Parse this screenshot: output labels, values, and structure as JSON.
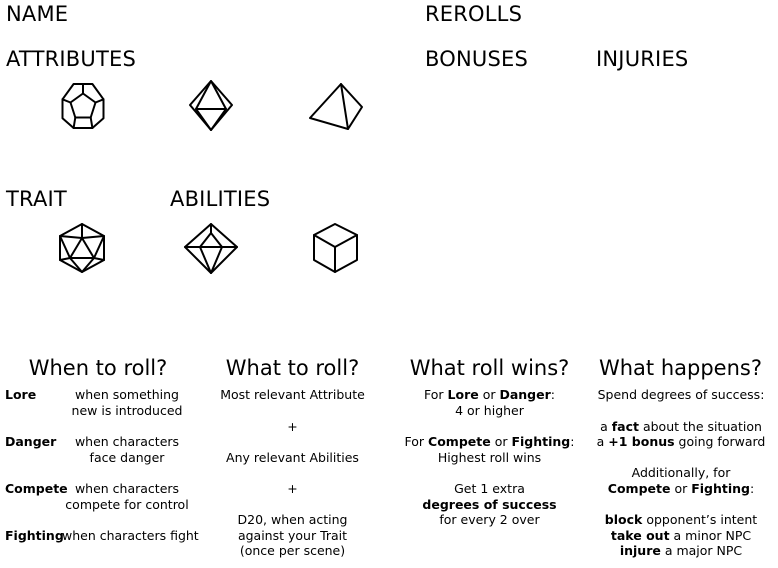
{
  "headers": {
    "name": "NAME",
    "rerolls": "REROLLS",
    "attributes": "ATTRIBUTES",
    "bonuses": "BONUSES",
    "injuries": "INJURIES",
    "trait": "TRAIT",
    "abilities": "ABILITIES"
  },
  "dice": {
    "attributes": [
      "dodecahedron-icon",
      "octahedron-icon",
      "tetrahedron-icon"
    ],
    "trait_abilities": [
      "icosahedron-icon",
      "octahedron-icon",
      "cube-icon"
    ]
  },
  "when_to_roll": {
    "title": "When to roll?",
    "rows": [
      {
        "term": "Lore",
        "line1": "when something",
        "line2": "new is introduced"
      },
      {
        "term": "Danger",
        "line1": "when characters",
        "line2": "face danger"
      },
      {
        "term": "Compete",
        "line1": "when characters",
        "line2": "compete for control"
      },
      {
        "term": "Fighting",
        "line1": "when characters fight",
        "line2": ""
      }
    ]
  },
  "what_to_roll": {
    "title": "What to roll?",
    "attribute": "Most relevant Attribute",
    "plus": "+",
    "abilities": "Any relevant Abilities",
    "d20_line1": "D20, when acting",
    "d20_line2": "against your Trait",
    "d20_line3": "(once per scene)"
  },
  "what_roll_wins": {
    "title": "What roll wins?",
    "p1_pre": "For ",
    "p1_lore": "Lore",
    "p1_or": " or ",
    "p1_danger": "Danger",
    "p1_post": ":",
    "p1_line2": "4 or higher",
    "p2_pre": "For ",
    "p2_compete": "Compete",
    "p2_or": " or ",
    "p2_fighting": "Fighting",
    "p2_post": ":",
    "p2_line2": "Highest roll wins",
    "p3_line1": "Get 1 extra",
    "p3_bold": "degrees of success",
    "p3_line3": "for every 2 over"
  },
  "what_happens": {
    "title": "What happens?",
    "intro": "Spend degrees of success:",
    "fact_pre": "a ",
    "fact_bold": "fact",
    "fact_post": " about the situation",
    "bonus_pre": "a ",
    "bonus_bold": "+1 bonus",
    "bonus_post": " going forward",
    "additionally": "Additionally, for",
    "cf_compete": "Compete",
    "cf_or": " or ",
    "cf_fighting": "Fighting",
    "cf_post": ":",
    "block_bold": "block",
    "block_post": " opponent’s intent",
    "takeout_bold": "take out",
    "takeout_post": " a minor NPC",
    "injure_bold": "injure",
    "injure_post": " a major NPC"
  }
}
